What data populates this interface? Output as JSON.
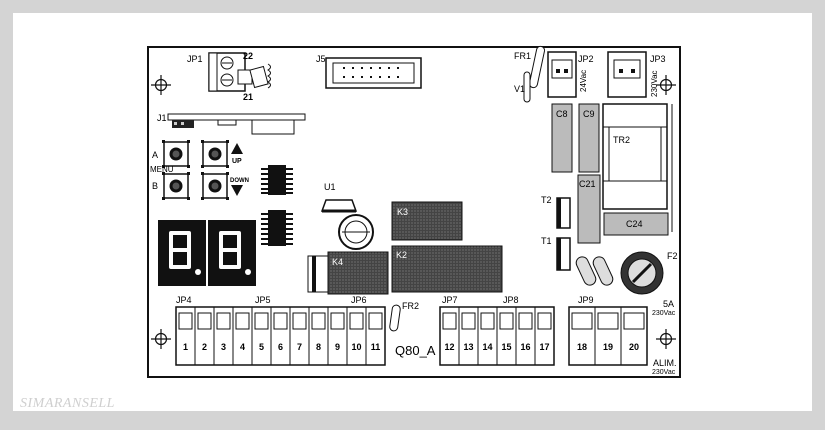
{
  "board": {
    "model": "Q80_A",
    "watermark": "SIMARANSELL"
  },
  "connectors": {
    "jp1": "JP1",
    "jp1_pin_top": "22",
    "jp1_pin_bottom": "21",
    "j1": "J1",
    "j5": "J5",
    "fr1": "FR1",
    "v1": "V1",
    "jp2": "JP2",
    "jp2_rating": "24Vac",
    "jp3": "JP3",
    "jp3_rating": "230Vac",
    "jp4": "JP4",
    "jp5": "JP5",
    "jp6": "JP6",
    "fr2": "FR2",
    "jp7": "JP7",
    "jp8": "JP8",
    "jp9": "JP9"
  },
  "buttons": {
    "a": "A",
    "b": "B",
    "menu": "MENU",
    "up": "UP",
    "down": "DOWN"
  },
  "components": {
    "u1": "U1",
    "k3": "K3",
    "k2": "K2",
    "k4": "K4",
    "c8": "C8",
    "c9": "C9",
    "tr2": "TR2",
    "c21": "C21",
    "c24": "C24",
    "t1": "T1",
    "t2": "T2",
    "f2": "F2",
    "fuse_rating": "5A",
    "fuse_voltage": "230Vac",
    "alim": "ALIM.",
    "alim_voltage": "230Vac"
  },
  "terminals": {
    "block1": [
      "1",
      "2",
      "3",
      "4",
      "5",
      "6",
      "7",
      "8",
      "9",
      "10",
      "11"
    ],
    "block2": [
      "12",
      "13",
      "14",
      "15",
      "16",
      "17"
    ],
    "block3": [
      "18",
      "19",
      "20"
    ]
  }
}
